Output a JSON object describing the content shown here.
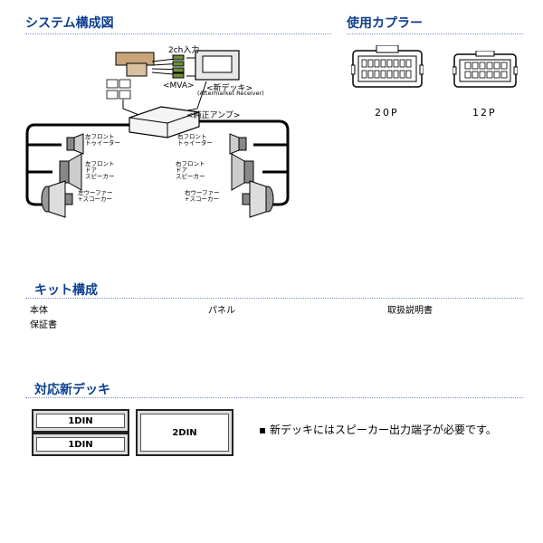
{
  "system": {
    "heading": "システム構成図",
    "diagram": {
      "input_label": "2ch入力",
      "mva_label": "<MVA>",
      "new_deck_label": "<新デッキ>",
      "aftermarket_label": "(Aftermarket Receiver)",
      "amp_label": "<純正アンプ>",
      "left_tweeter": [
        "左フロント",
        "トゥイーター"
      ],
      "right_tweeter": [
        "右フロント",
        "トゥイーター"
      ],
      "left_door": [
        "左フロント",
        "ドア",
        "スピーカー"
      ],
      "right_door": [
        "右フロント",
        "ドア",
        "スピーカー"
      ],
      "left_woofer": [
        "左ウーファー",
        "+スコーカー"
      ],
      "right_woofer": [
        "右ウーファー",
        "+スコーカー"
      ]
    }
  },
  "coupler": {
    "heading": "使用カプラー",
    "items": [
      {
        "label": "20P"
      },
      {
        "label": "12P"
      }
    ]
  },
  "kit": {
    "heading": "キット構成",
    "items": [
      "本体",
      "パネル",
      "取扱説明書",
      "保証書"
    ]
  },
  "deck": {
    "heading": "対応新デッキ",
    "din1_top": "1DIN",
    "din1_bottom": "1DIN",
    "din2": "2DIN",
    "note": "新デッキにはスピーカー出力端子が必要です。"
  }
}
